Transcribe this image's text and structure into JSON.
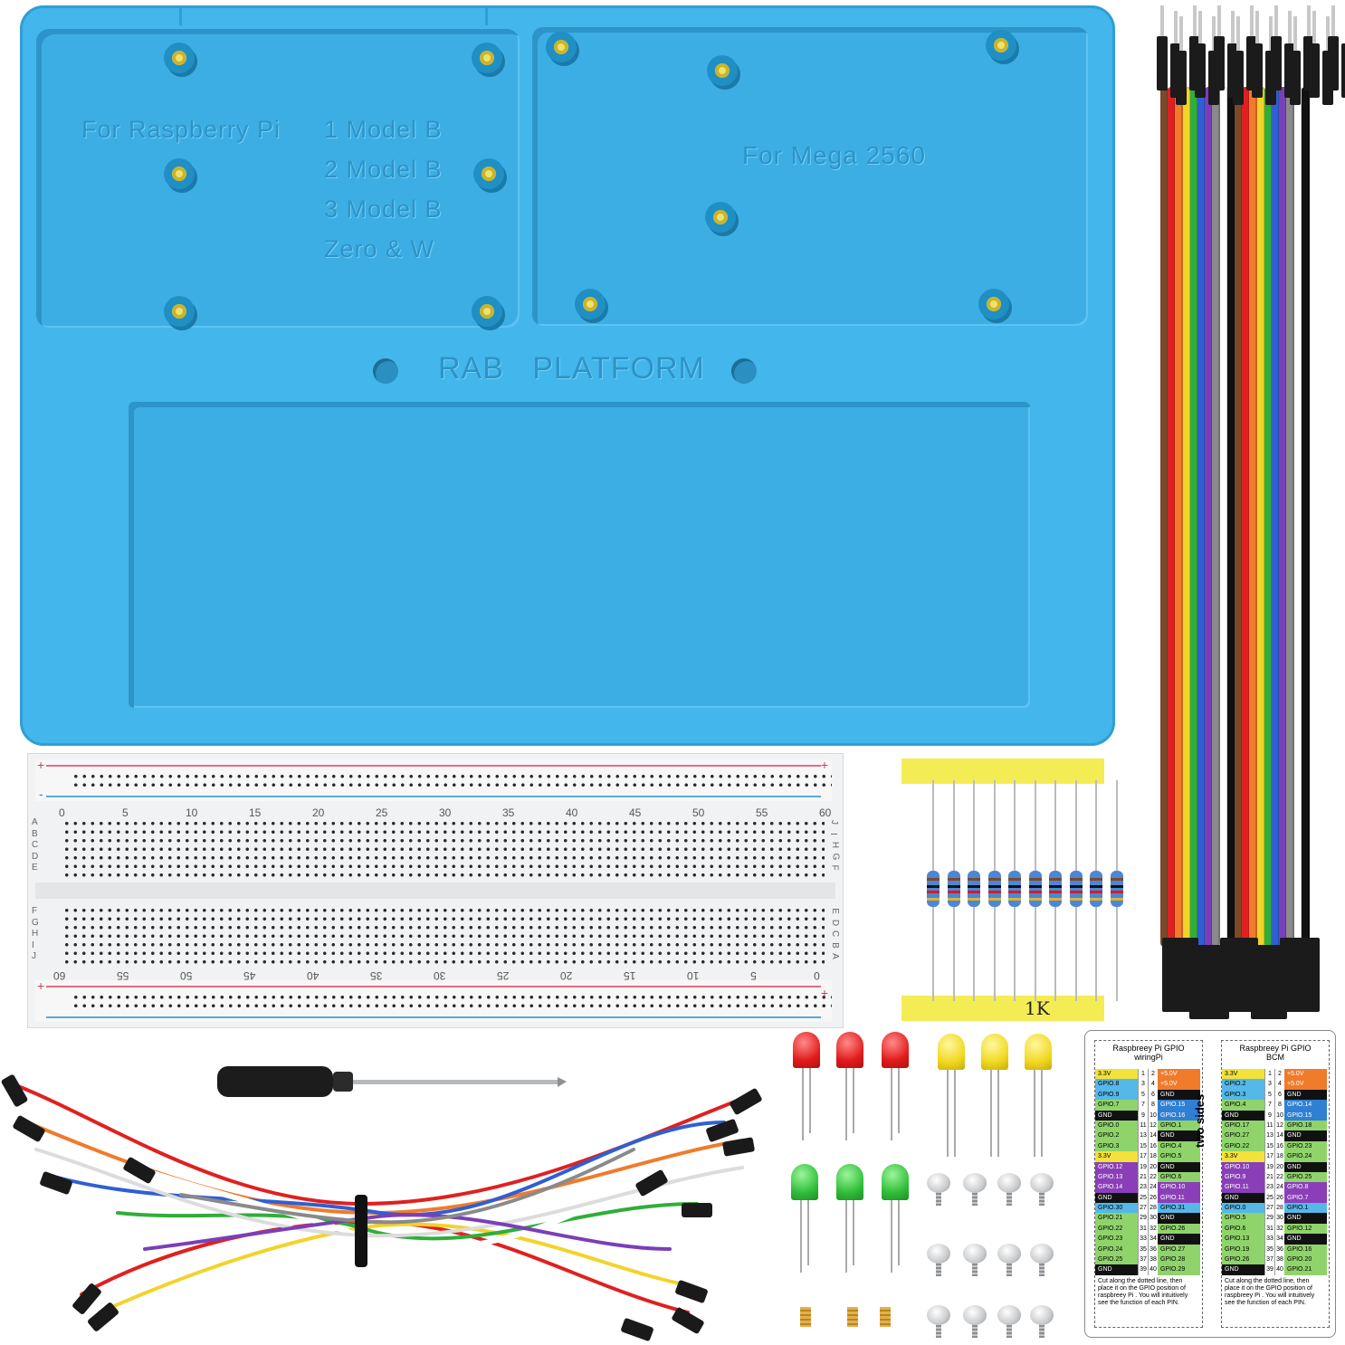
{
  "platform": {
    "title": "RAB   PLATFORM",
    "pi_label": "For Raspberry Pi",
    "pi_models": [
      "1 Model  B",
      "2 Model  B",
      "3 Model  B",
      "Zero & W"
    ],
    "mega_label": "For Mega 2560",
    "color": "#43b6ec"
  },
  "breadboard": {
    "top_numbers": [
      "0",
      "5",
      "10",
      "15",
      "20",
      "25",
      "30",
      "35",
      "40",
      "45",
      "50",
      "55",
      "60"
    ],
    "bottom_numbers": [
      "60",
      "55",
      "50",
      "45",
      "40",
      "35",
      "30",
      "25",
      "20",
      "15",
      "10",
      "5",
      "0"
    ],
    "rows_left_top": [
      "A",
      "B",
      "C",
      "D",
      "E"
    ],
    "rows_left_bottom": [
      "F",
      "G",
      "H",
      "I",
      "J"
    ],
    "rows_right_top": [
      "J",
      "I",
      "H",
      "G",
      "F"
    ],
    "rows_right_bottom": [
      "E",
      "D",
      "C",
      "B",
      "A"
    ],
    "plus": "+",
    "minus": "-"
  },
  "resistors": {
    "label": "1K",
    "count": 10
  },
  "gpio_card": {
    "side_label": "two sides",
    "left": {
      "title": "Raspbreey Pi  GPIO\nwiringPi",
      "rows": [
        [
          "3.3V",
          "1",
          "2",
          "+5.0V",
          "#f3e23a",
          "#f07b2b"
        ],
        [
          "GPIO.8",
          "3",
          "4",
          "+5.0V",
          "#55b8e8",
          "#f07b2b"
        ],
        [
          "GPIO.9",
          "5",
          "6",
          "GND",
          "#55b8e8",
          "#111111"
        ],
        [
          "GPIO.7",
          "7",
          "8",
          "GPIO.15",
          "#8fd46b",
          "#2f7fd2"
        ],
        [
          "GND",
          "9",
          "10",
          "GPIO.16",
          "#111111",
          "#2f7fd2"
        ],
        [
          "GPIO.0",
          "11",
          "12",
          "GPIO.1",
          "#8fd46b",
          "#8fd46b"
        ],
        [
          "GPIO.2",
          "13",
          "14",
          "GND",
          "#8fd46b",
          "#111111"
        ],
        [
          "GPIO.3",
          "15",
          "16",
          "GPIO.4",
          "#8fd46b",
          "#8fd46b"
        ],
        [
          "3.3V",
          "17",
          "18",
          "GPIO.5",
          "#f3e23a",
          "#8fd46b"
        ],
        [
          "GPIO.12",
          "19",
          "20",
          "GND",
          "#8a3fb8",
          "#111111"
        ],
        [
          "GPIO.13",
          "21",
          "22",
          "GPIO.6",
          "#8a3fb8",
          "#8fd46b"
        ],
        [
          "GPIO.14",
          "23",
          "24",
          "GPIO.10",
          "#8a3fb8",
          "#8a3fb8"
        ],
        [
          "GND",
          "25",
          "26",
          "GPIO.11",
          "#111111",
          "#8a3fb8"
        ],
        [
          "GPIO.30",
          "27",
          "28",
          "GPIO.31",
          "#55b8e8",
          "#55b8e8"
        ],
        [
          "GPIO.21",
          "29",
          "30",
          "GND",
          "#8fd46b",
          "#111111"
        ],
        [
          "GPIO.22",
          "31",
          "32",
          "GPIO.26",
          "#8fd46b",
          "#8fd46b"
        ],
        [
          "GPIO.23",
          "33",
          "34",
          "GND",
          "#8fd46b",
          "#111111"
        ],
        [
          "GPIO.24",
          "35",
          "36",
          "GPIO.27",
          "#8fd46b",
          "#8fd46b"
        ],
        [
          "GPIO.25",
          "37",
          "38",
          "GPIO.28",
          "#8fd46b",
          "#8fd46b"
        ],
        [
          "GND",
          "39",
          "40",
          "GPIO.29",
          "#111111",
          "#8fd46b"
        ]
      ],
      "note": "Cut along the dotted line, then  place it on the GPIO position  of  raspbreey Pi . You will intuitively see the function of each PIN."
    },
    "right": {
      "title": "Raspbreey Pi  GPIO\nBCM",
      "rows": [
        [
          "3.3V",
          "1",
          "2",
          "+5.0V",
          "#f3e23a",
          "#f07b2b"
        ],
        [
          "GPIO.2",
          "3",
          "4",
          "+5.0V",
          "#55b8e8",
          "#f07b2b"
        ],
        [
          "GPIO.3",
          "5",
          "6",
          "GND",
          "#55b8e8",
          "#111111"
        ],
        [
          "GPIO.4",
          "7",
          "8",
          "GPIO.14",
          "#8fd46b",
          "#2f7fd2"
        ],
        [
          "GND",
          "9",
          "10",
          "GPIO.15",
          "#111111",
          "#2f7fd2"
        ],
        [
          "GPIO.17",
          "11",
          "12",
          "GPIO.18",
          "#8fd46b",
          "#8fd46b"
        ],
        [
          "GPIO.27",
          "13",
          "14",
          "GND",
          "#8fd46b",
          "#111111"
        ],
        [
          "GPIO.22",
          "15",
          "16",
          "GPIO.23",
          "#8fd46b",
          "#8fd46b"
        ],
        [
          "3.3V",
          "17",
          "18",
          "GPIO.24",
          "#f3e23a",
          "#8fd46b"
        ],
        [
          "GPIO.10",
          "19",
          "20",
          "GND",
          "#8a3fb8",
          "#111111"
        ],
        [
          "GPIO.9",
          "21",
          "22",
          "GPIO.25",
          "#8a3fb8",
          "#8fd46b"
        ],
        [
          "GPIO.11",
          "23",
          "24",
          "GPIO.8",
          "#8a3fb8",
          "#8a3fb8"
        ],
        [
          "GND",
          "25",
          "26",
          "GPIO.7",
          "#111111",
          "#8a3fb8"
        ],
        [
          "GPIO.0",
          "27",
          "28",
          "GPIO.1",
          "#55b8e8",
          "#55b8e8"
        ],
        [
          "GPIO.5",
          "29",
          "30",
          "GND",
          "#8fd46b",
          "#111111"
        ],
        [
          "GPIO.6",
          "31",
          "32",
          "GPIO.12",
          "#8fd46b",
          "#8fd46b"
        ],
        [
          "GPIO.13",
          "33",
          "34",
          "GND",
          "#8fd46b",
          "#111111"
        ],
        [
          "GPIO.19",
          "35",
          "36",
          "GPIO.16",
          "#8fd46b",
          "#8fd46b"
        ],
        [
          "GPIO.26",
          "37",
          "38",
          "GPIO.20",
          "#8fd46b",
          "#8fd46b"
        ],
        [
          "GND",
          "39",
          "40",
          "GPIO.21",
          "#111111",
          "#8fd46b"
        ]
      ],
      "note": "Cut along the dotted line, then  place it on the GPIO position  of  raspbreey Pi . You will intuitively see the function of each PIN."
    }
  },
  "ribbon_colors": [
    "#7a4a2a",
    "#e02020",
    "#f07b2b",
    "#f3d32a",
    "#2fae3a",
    "#2f5fd2",
    "#7a3fb8",
    "#8a8a8a",
    "#ffffff",
    "#111111"
  ],
  "icons": {
    "screwdriver": "screwdriver-icon",
    "jumper_bundle": "jumper-wire-bundle-icon"
  }
}
